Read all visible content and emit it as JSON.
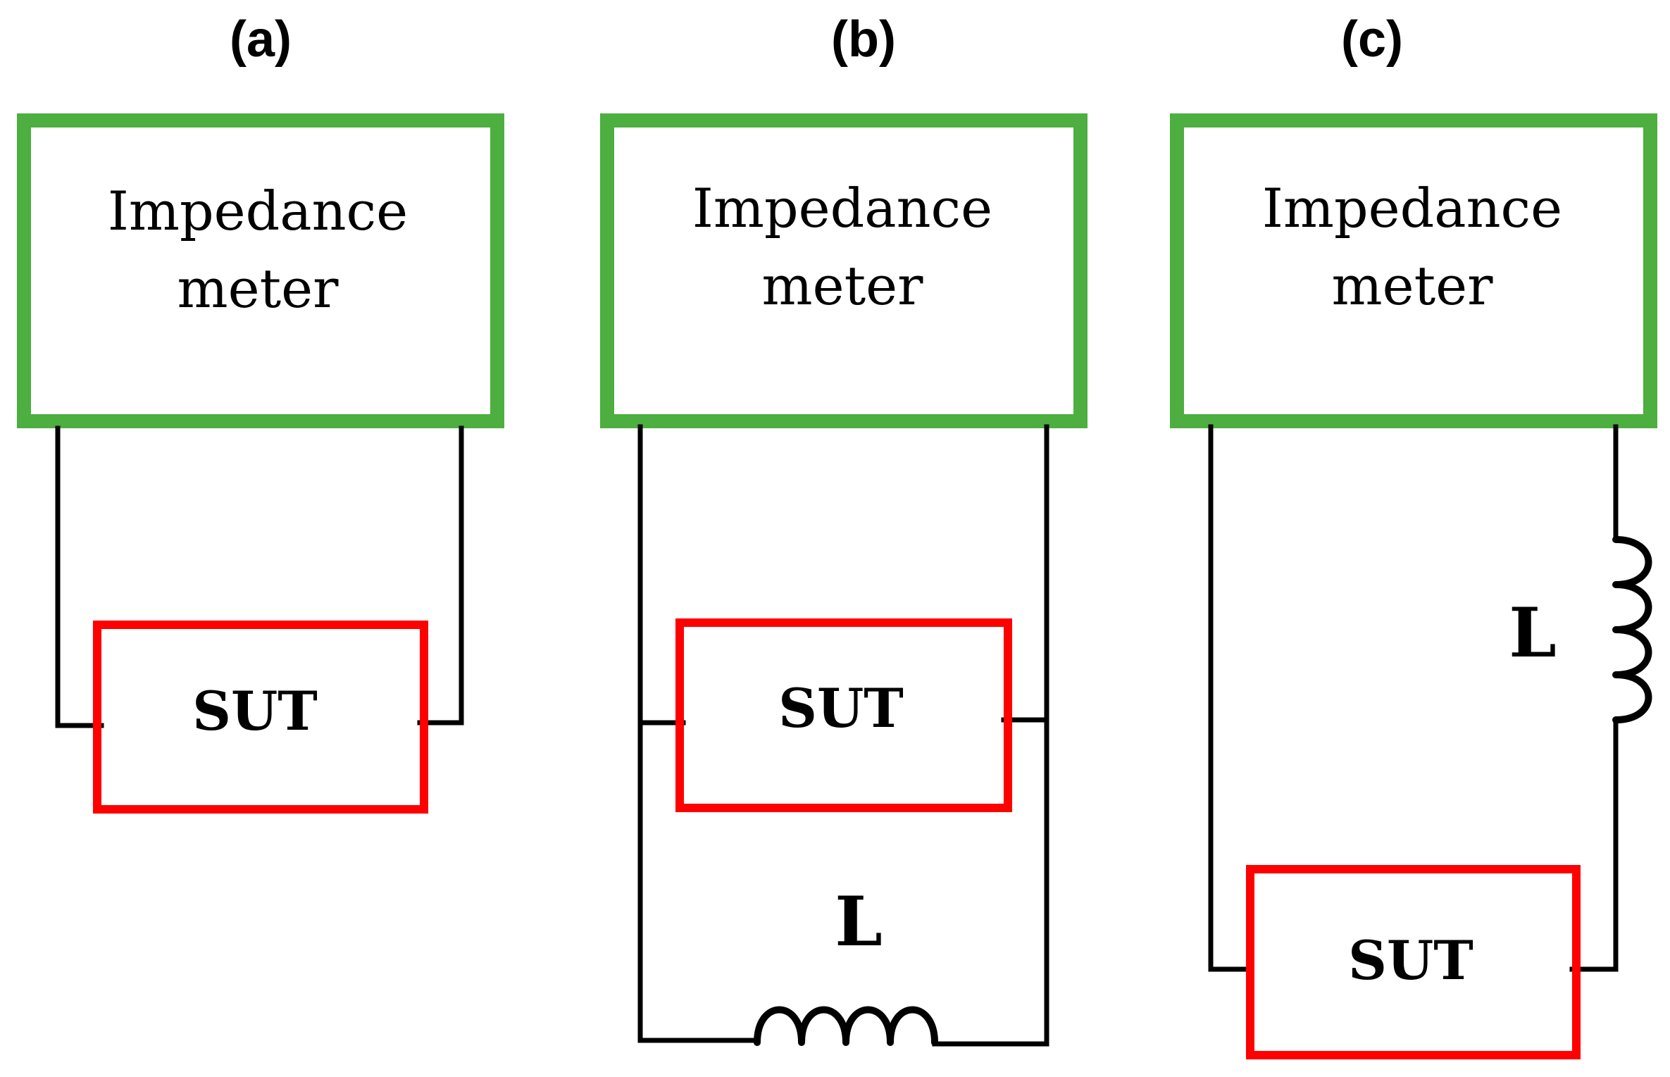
{
  "colors": {
    "meter_border": "#4caf3f",
    "sut_border": "#ff0000",
    "wire": "#000000"
  },
  "panels": [
    {
      "label": "(a)",
      "meter": {
        "line1": "Impedance",
        "line2": "meter"
      },
      "sut": "SUT"
    },
    {
      "label": "(b)",
      "meter": {
        "line1": "Impedance",
        "line2": "meter"
      },
      "sut": "SUT",
      "inductor": "L"
    },
    {
      "label": "(c)",
      "meter": {
        "line1": "Impedance",
        "line2": "meter"
      },
      "sut": "SUT",
      "inductor": "L"
    }
  ]
}
